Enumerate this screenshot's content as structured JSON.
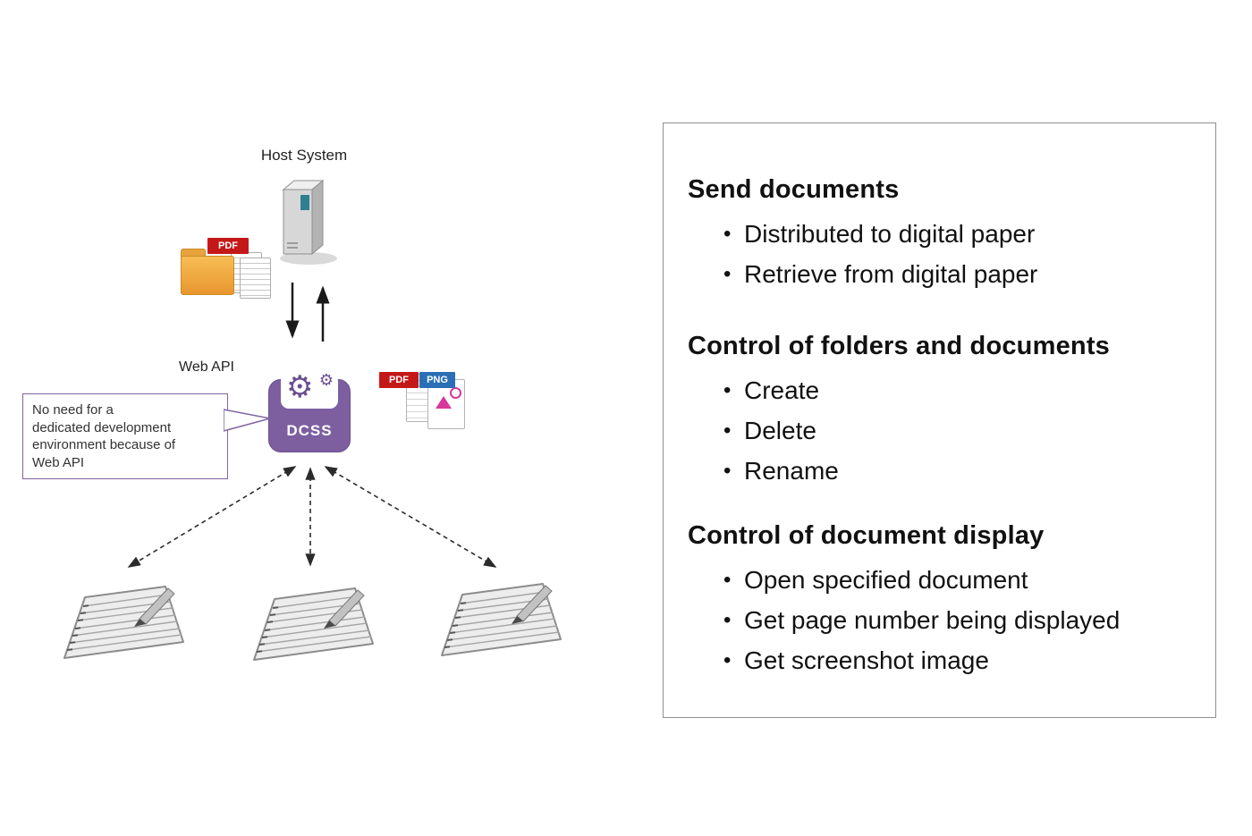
{
  "diagram": {
    "host_system_label": "Host System",
    "web_api_label": "Web API",
    "dcss_label": "DCSS",
    "callout": "No need for a\ndedicated development\nenvironment because of\nWeb API",
    "folder_pdf_badge": "PDF",
    "file_pdf_badge": "PDF",
    "file_png_badge": "PNG"
  },
  "panel": {
    "sections": [
      {
        "heading": "Send documents",
        "items": [
          "Distributed to digital paper",
          "Retrieve from digital paper"
        ]
      },
      {
        "heading": "Control of folders and documents",
        "items": [
          "Create",
          "Delete",
          "Rename"
        ]
      },
      {
        "heading": "Control of document display",
        "items": [
          "Open specified document",
          "Get page number being displayed",
          "Get screenshot image"
        ]
      }
    ]
  },
  "colors": {
    "dcss_purple": "#7d5fa0",
    "callout_border": "#8064a2",
    "folder_yellow": "#f2a93b",
    "pdf_red": "#c41818",
    "png_blue": "#2a6fb5"
  }
}
